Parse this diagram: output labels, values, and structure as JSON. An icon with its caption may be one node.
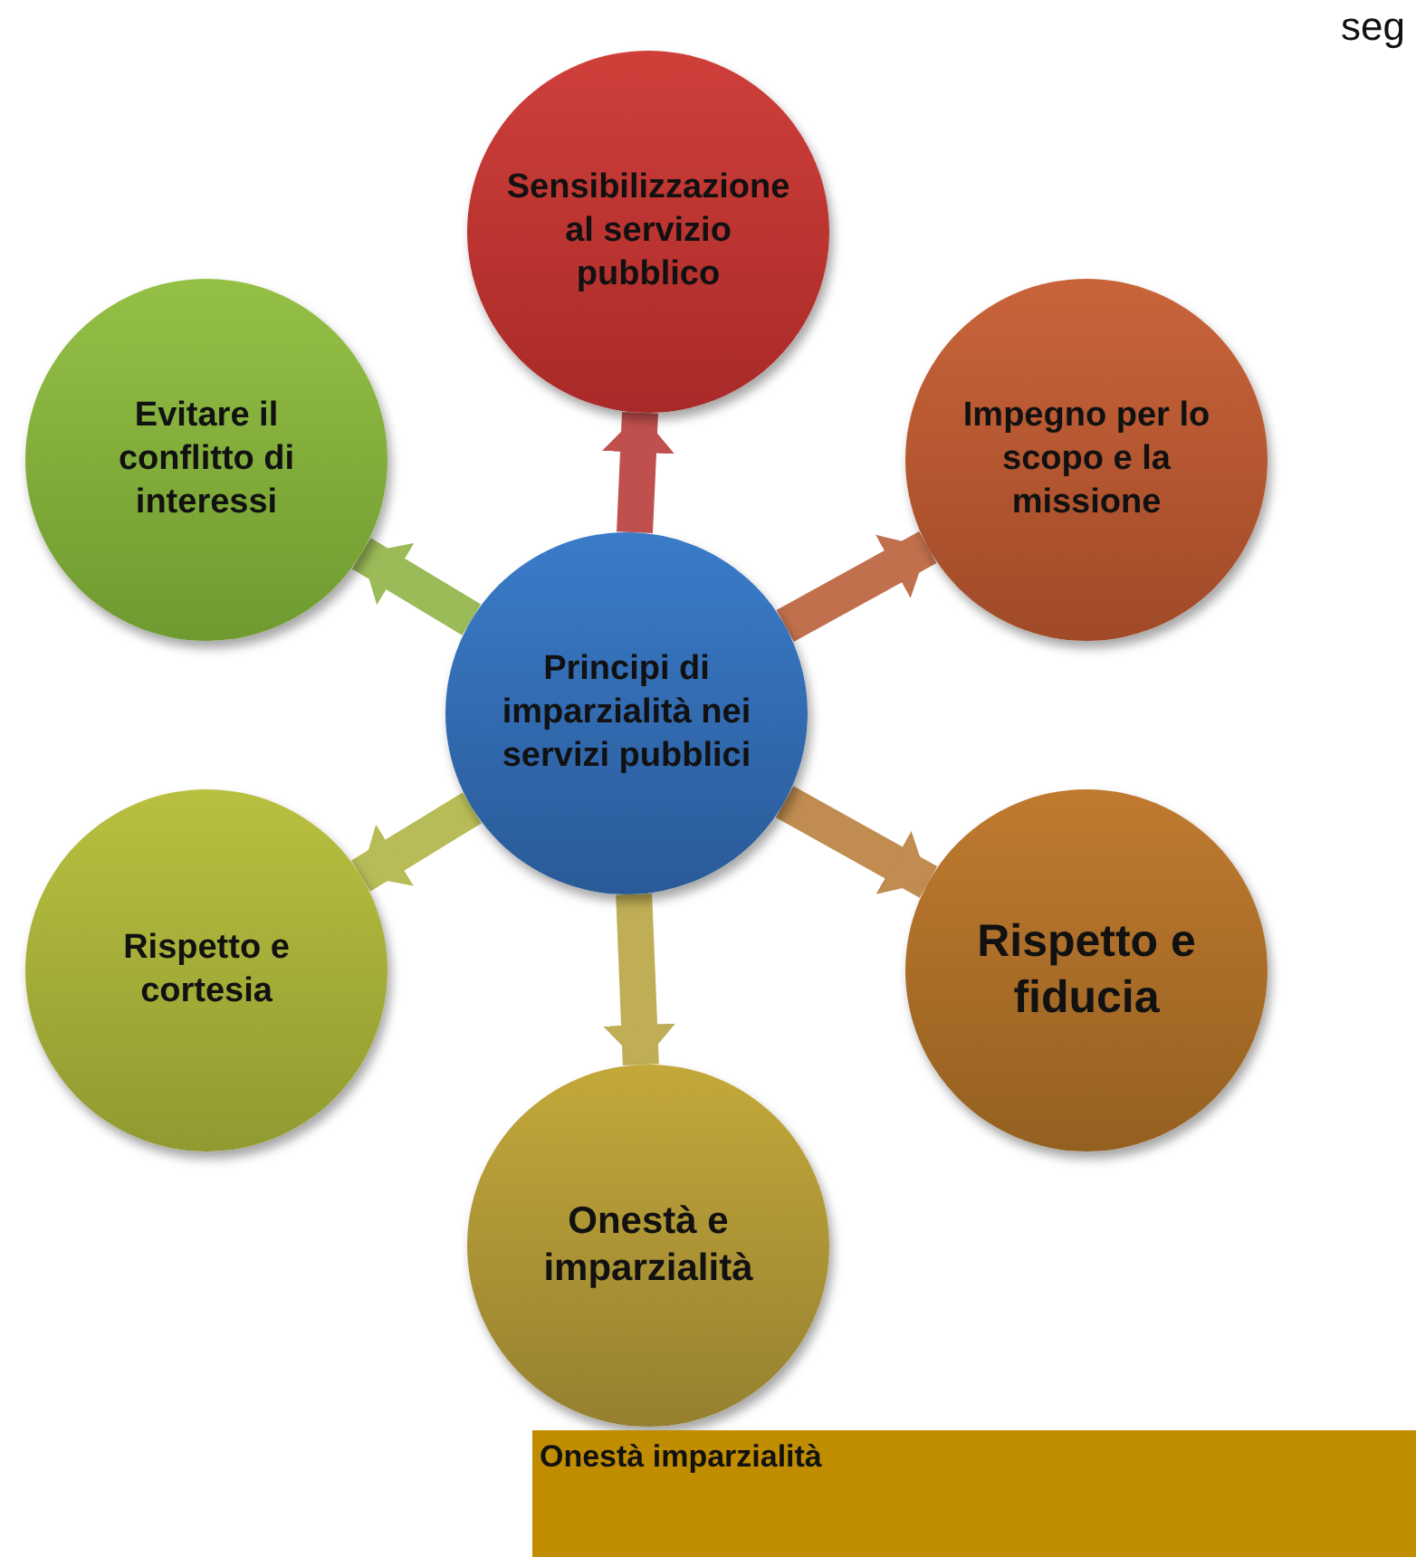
{
  "diagram": {
    "nodes": [
      {
        "text": [
          "Sensibilizzazione al servizio pubblico"
        ]
      },
      {
        "text": [
          "Evitare il conflitto di interessi"
        ]
      },
      {
        "text": [
          "Impegno per lo scopo e la missione"
        ]
      },
      {
        "text": [
          "Principi di imparzialità nei servizi pubblici"
        ]
      },
      {
        "text": [
          "Rispetto e cortesia"
        ]
      },
      {
        "text": [
          "Rispetto e fiducia"
        ]
      },
      {
        "text": [
          "Onestà e imparzialità"
        ]
      },
      {
        "text": [
          "Onestà imparzialità"
        ]
      }
    ],
    "edges": [
      {
        "from": 3,
        "to": 0,
        "arrow": "to",
        "color": "#c0504d"
      },
      {
        "from": 3,
        "to": 2,
        "arrow": "to",
        "color": "#c0704d"
      },
      {
        "from": 3,
        "to": 5,
        "arrow": "to",
        "color": "#c08c50"
      },
      {
        "from": 3,
        "to": 6,
        "arrow": "to",
        "color": "#bfae55"
      },
      {
        "from": 3,
        "to": 4,
        "arrow": "to",
        "color": "#b8bc58"
      },
      {
        "from": 3,
        "to": 1,
        "arrow": "to",
        "color": "#9bbb59"
      }
    ],
    "labels": [
      "seg"
    ]
  }
}
